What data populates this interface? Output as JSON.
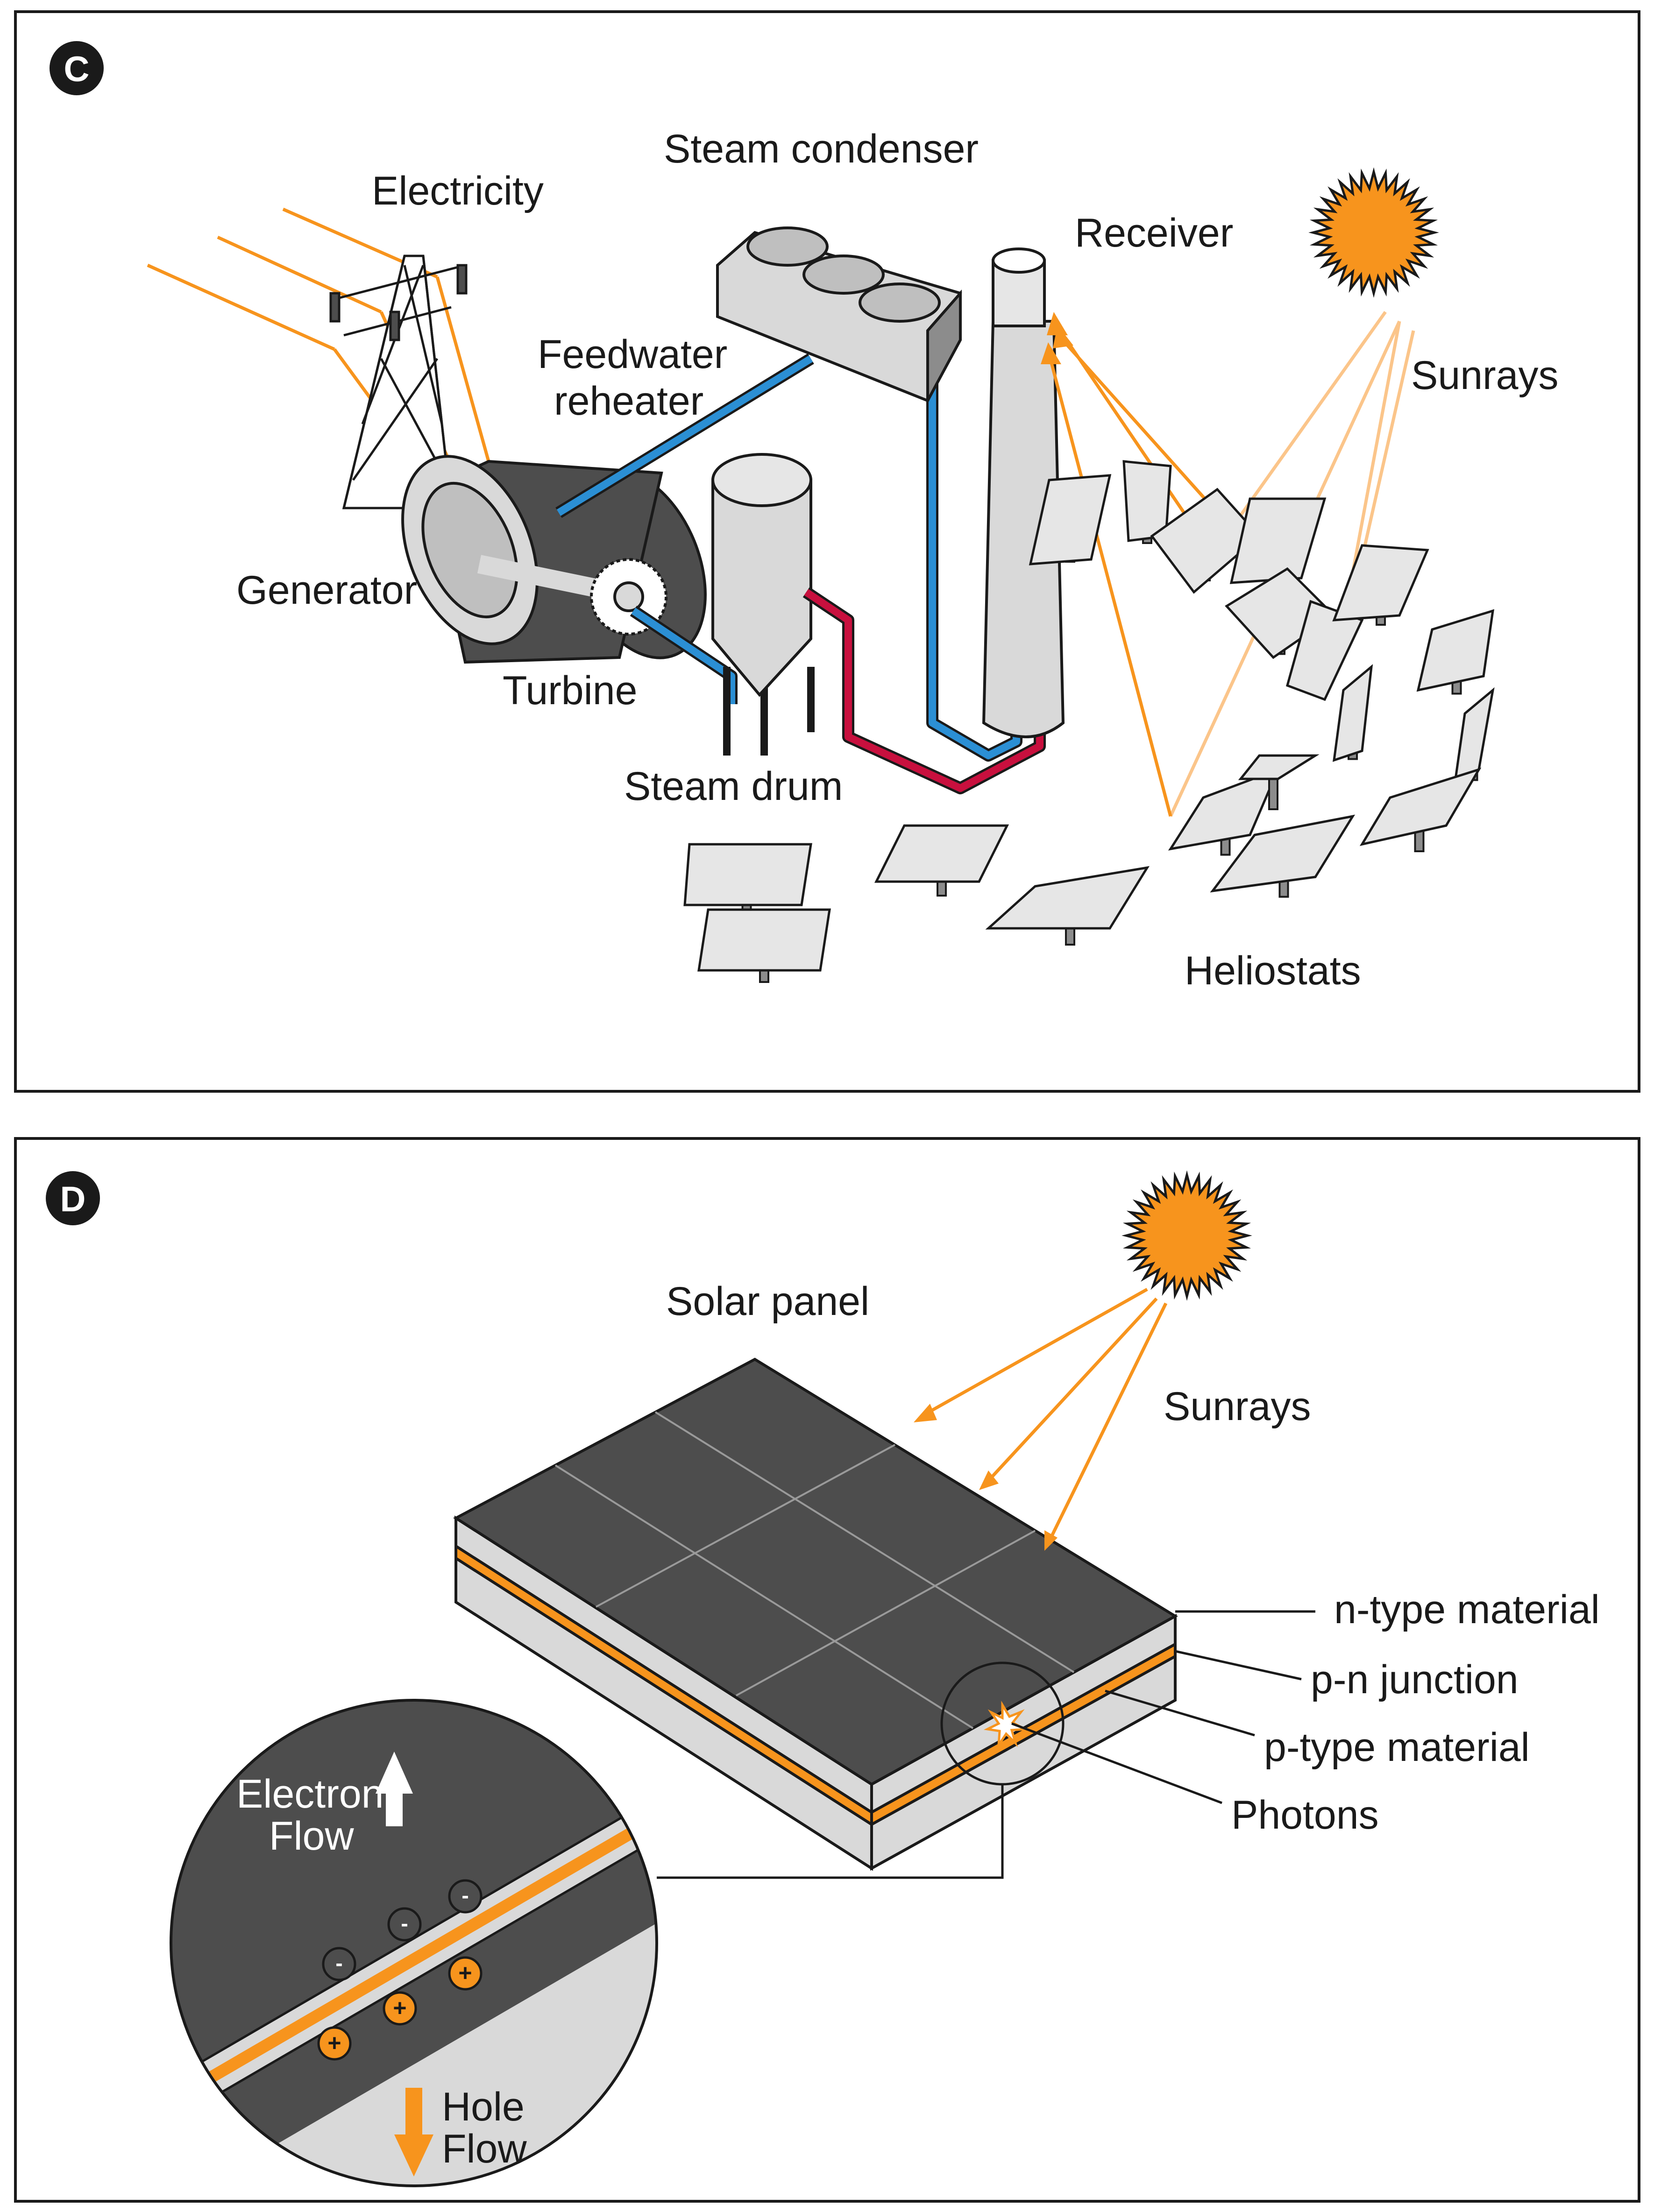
{
  "panel_c": {
    "badge": "C",
    "labels": {
      "electricity": "Electricity",
      "steam_condenser": "Steam condenser",
      "receiver": "Receiver",
      "feedwater_line1": "Feedwater",
      "feedwater_line2": "reheater",
      "sunrays": "Sunrays",
      "generator": "Generator",
      "turbine": "Turbine",
      "steam_drum": "Steam drum",
      "heliostats": "Heliostats"
    }
  },
  "panel_d": {
    "badge": "D",
    "labels": {
      "solar_panel": "Solar panel",
      "sunrays": "Sunrays",
      "n_type": "n-type material",
      "pn_junction": "p-n junction",
      "p_type": "p-type material",
      "photons": "Photons",
      "electron_line1": "Electron",
      "electron_line2": "Flow",
      "hole_line1": "Hole",
      "hole_line2": "Flow",
      "minus": "-",
      "plus": "+"
    }
  },
  "colors": {
    "orange": "#f7941d",
    "light_orange": "#fbc58a",
    "blue": "#2b8fd4",
    "red": "#c8103e",
    "dark_gray": "#4d4d4d",
    "light_gray": "#d9d9d9",
    "outline": "#1a1a1a"
  }
}
